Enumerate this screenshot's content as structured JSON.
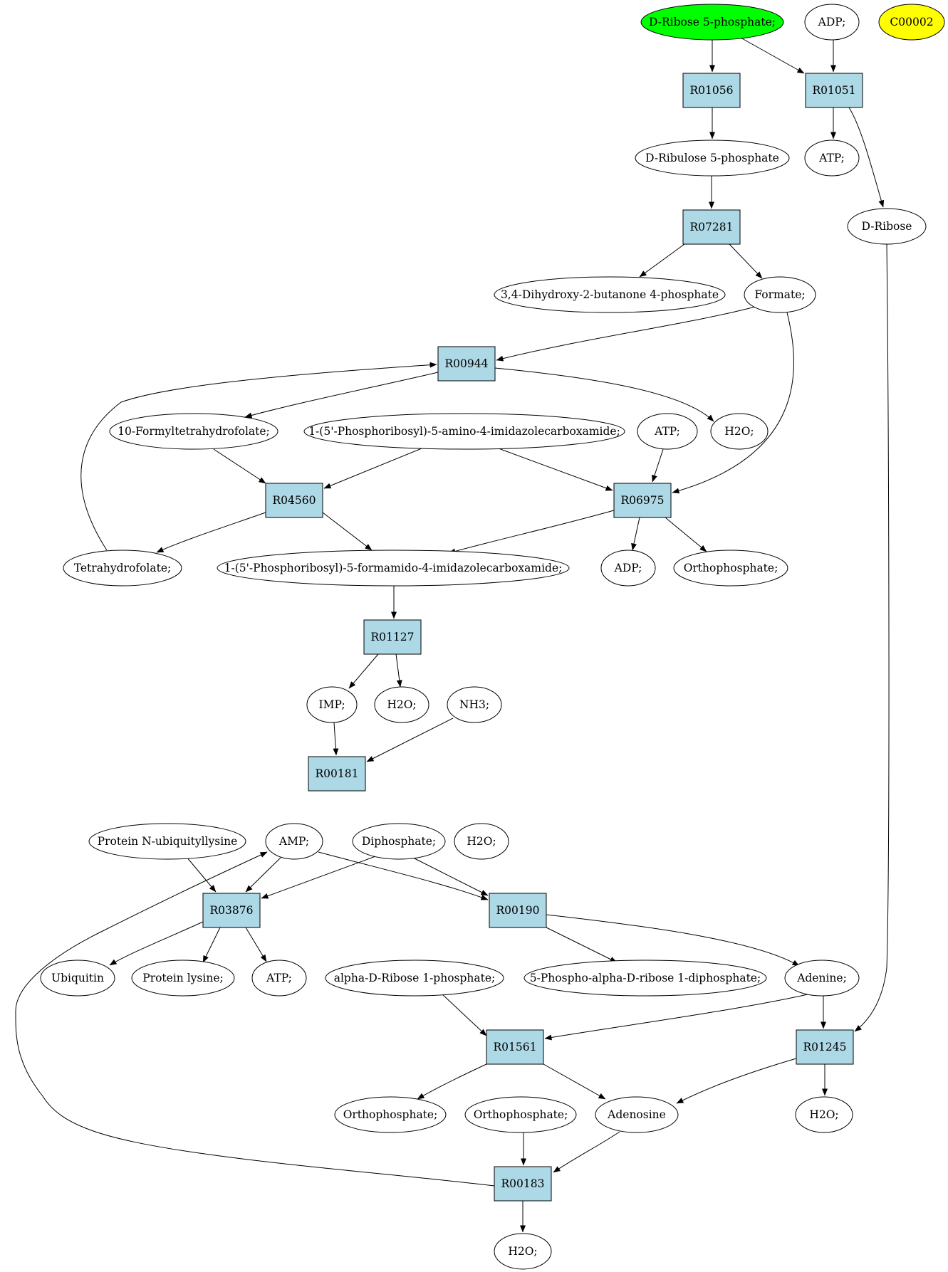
{
  "colors": {
    "reaction_fill": "#add8e6",
    "compound_fill": "#ffffff",
    "source_fill": "#00ff00",
    "extra_fill": "#ffff00"
  },
  "diagram": {
    "compounds": [
      {
        "id": "c_r5p",
        "label": "D-Ribose 5-phosphate;"
      },
      {
        "id": "c_adp_top",
        "label": "ADP;"
      },
      {
        "id": "c_c00002",
        "label": "C00002"
      },
      {
        "id": "c_ribulose",
        "label": "D-Ribulose 5-phosphate"
      },
      {
        "id": "c_atp_top",
        "label": "ATP;"
      },
      {
        "id": "c_ribose",
        "label": "D-Ribose"
      },
      {
        "id": "c_dhbp",
        "label": "3,4-Dihydroxy-2-butanone 4-phosphate"
      },
      {
        "id": "c_formate",
        "label": "Formate;"
      },
      {
        "id": "c_fthf",
        "label": "10-Formyltetrahydrofolate;"
      },
      {
        "id": "c_aicar",
        "label": "1-(5'-Phosphoribosyl)-5-amino-4-imidazolecarboxamide;"
      },
      {
        "id": "c_atp_mid",
        "label": "ATP;"
      },
      {
        "id": "c_h2o_a",
        "label": "H2O;"
      },
      {
        "id": "c_thf",
        "label": "Tetrahydrofolate;"
      },
      {
        "id": "c_faicar",
        "label": "1-(5'-Phosphoribosyl)-5-formamido-4-imidazolecarboxamide;"
      },
      {
        "id": "c_adp_mid",
        "label": "ADP;"
      },
      {
        "id": "c_pi_mid",
        "label": "Orthophosphate;"
      },
      {
        "id": "c_imp",
        "label": "IMP;"
      },
      {
        "id": "c_h2o_b",
        "label": "H2O;"
      },
      {
        "id": "c_nh3",
        "label": "NH3;"
      },
      {
        "id": "c_protubq",
        "label": "Protein N-ubiquityllysine"
      },
      {
        "id": "c_amp",
        "label": "AMP;"
      },
      {
        "id": "c_ppi",
        "label": "Diphosphate;"
      },
      {
        "id": "c_h2o_c",
        "label": "H2O;"
      },
      {
        "id": "c_ubiquitin",
        "label": "Ubiquitin"
      },
      {
        "id": "c_protlys",
        "label": "Protein lysine;"
      },
      {
        "id": "c_atp_low",
        "label": "ATP;"
      },
      {
        "id": "c_ar1p",
        "label": "alpha-D-Ribose 1-phosphate;"
      },
      {
        "id": "c_prpp",
        "label": "5-Phospho-alpha-D-ribose 1-diphosphate;"
      },
      {
        "id": "c_adenine",
        "label": "Adenine;"
      },
      {
        "id": "c_pi_low1",
        "label": "Orthophosphate;"
      },
      {
        "id": "c_pi_low2",
        "label": "Orthophosphate;"
      },
      {
        "id": "c_adenosine",
        "label": "Adenosine"
      },
      {
        "id": "c_h2o_d",
        "label": "H2O;"
      },
      {
        "id": "c_h2o_e",
        "label": "H2O;"
      }
    ],
    "reactions": [
      {
        "id": "r_R01056",
        "label": "R01056"
      },
      {
        "id": "r_R01051",
        "label": "R01051"
      },
      {
        "id": "r_R07281",
        "label": "R07281"
      },
      {
        "id": "r_R00944",
        "label": "R00944"
      },
      {
        "id": "r_R04560",
        "label": "R04560"
      },
      {
        "id": "r_R06975",
        "label": "R06975"
      },
      {
        "id": "r_R01127",
        "label": "R01127"
      },
      {
        "id": "r_R00181",
        "label": "R00181"
      },
      {
        "id": "r_R03876",
        "label": "R03876"
      },
      {
        "id": "r_R00190",
        "label": "R00190"
      },
      {
        "id": "r_R01561",
        "label": "R01561"
      },
      {
        "id": "r_R01245",
        "label": "R01245"
      },
      {
        "id": "r_R00183",
        "label": "R00183"
      }
    ],
    "edges": [
      {
        "from": "c_r5p",
        "to": "r_R01056"
      },
      {
        "from": "c_r5p",
        "to": "r_R01051"
      },
      {
        "from": "c_adp_top",
        "to": "r_R01051"
      },
      {
        "from": "r_R01056",
        "to": "c_ribulose"
      },
      {
        "from": "r_R01051",
        "to": "c_atp_top"
      },
      {
        "from": "r_R01051",
        "to": "c_ribose"
      },
      {
        "from": "c_ribulose",
        "to": "r_R07281"
      },
      {
        "from": "r_R07281",
        "to": "c_dhbp"
      },
      {
        "from": "r_R07281",
        "to": "c_formate"
      },
      {
        "from": "c_formate",
        "to": "r_R00944"
      },
      {
        "from": "c_formate",
        "to": "r_R06975"
      },
      {
        "from": "c_thf",
        "to": "r_R00944"
      },
      {
        "from": "r_R00944",
        "to": "c_fthf"
      },
      {
        "from": "r_R00944",
        "to": "c_h2o_a"
      },
      {
        "from": "c_fthf",
        "to": "r_R04560"
      },
      {
        "from": "c_aicar",
        "to": "r_R04560"
      },
      {
        "from": "c_aicar",
        "to": "r_R06975"
      },
      {
        "from": "c_atp_mid",
        "to": "r_R06975"
      },
      {
        "from": "r_R04560",
        "to": "c_thf"
      },
      {
        "from": "r_R04560",
        "to": "c_faicar"
      },
      {
        "from": "r_R06975",
        "to": "c_faicar"
      },
      {
        "from": "r_R06975",
        "to": "c_adp_mid"
      },
      {
        "from": "r_R06975",
        "to": "c_pi_mid"
      },
      {
        "from": "c_faicar",
        "to": "r_R01127"
      },
      {
        "from": "r_R01127",
        "to": "c_imp"
      },
      {
        "from": "r_R01127",
        "to": "c_h2o_b"
      },
      {
        "from": "c_imp",
        "to": "r_R00181"
      },
      {
        "from": "c_nh3",
        "to": "r_R00181"
      },
      {
        "from": "r_R00181",
        "to": "c_amp"
      },
      {
        "from": "r_R00181",
        "to": "c_h2o_c"
      },
      {
        "from": "c_protubq",
        "to": "r_R03876"
      },
      {
        "from": "c_amp",
        "to": "r_R03876"
      },
      {
        "from": "c_ppi",
        "to": "r_R03876"
      },
      {
        "from": "c_amp",
        "to": "r_R00190"
      },
      {
        "from": "c_ppi",
        "to": "r_R00190"
      },
      {
        "from": "r_R03876",
        "to": "c_ubiquitin"
      },
      {
        "from": "r_R03876",
        "to": "c_protlys"
      },
      {
        "from": "r_R03876",
        "to": "c_atp_low"
      },
      {
        "from": "r_R00190",
        "to": "c_prpp"
      },
      {
        "from": "r_R00190",
        "to": "c_adenine"
      },
      {
        "from": "c_ar1p",
        "to": "r_R01561"
      },
      {
        "from": "c_adenine",
        "to": "r_R01561"
      },
      {
        "from": "c_adenine",
        "to": "r_R01245"
      },
      {
        "from": "c_ribose",
        "to": "r_R01245"
      },
      {
        "from": "r_R01561",
        "to": "c_pi_low1"
      },
      {
        "from": "r_R01561",
        "to": "c_adenosine"
      },
      {
        "from": "r_R01245",
        "to": "c_adenosine"
      },
      {
        "from": "r_R01245",
        "to": "c_h2o_d"
      },
      {
        "from": "c_pi_low2",
        "to": "r_R00183"
      },
      {
        "from": "c_adenosine",
        "to": "r_R00183"
      },
      {
        "from": "r_R00183",
        "to": "c_amp"
      },
      {
        "from": "r_R00183",
        "to": "c_h2o_e"
      }
    ]
  }
}
